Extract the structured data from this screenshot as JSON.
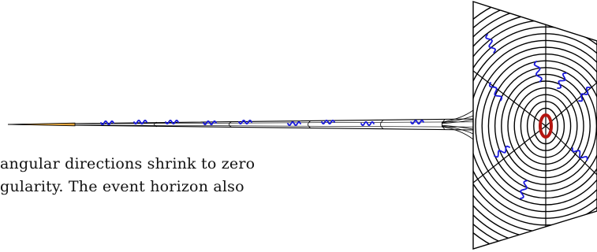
{
  "caption": {
    "line1": "angular directions shrink to zero",
    "line2": "gularity. The event horizon also"
  },
  "diagram": {
    "stroke_color": "#000000",
    "wave_color": "#1a1adc",
    "singularity_color": "#b4140f",
    "needle_tip_color": "#e0a23c",
    "ring_count": 18
  }
}
